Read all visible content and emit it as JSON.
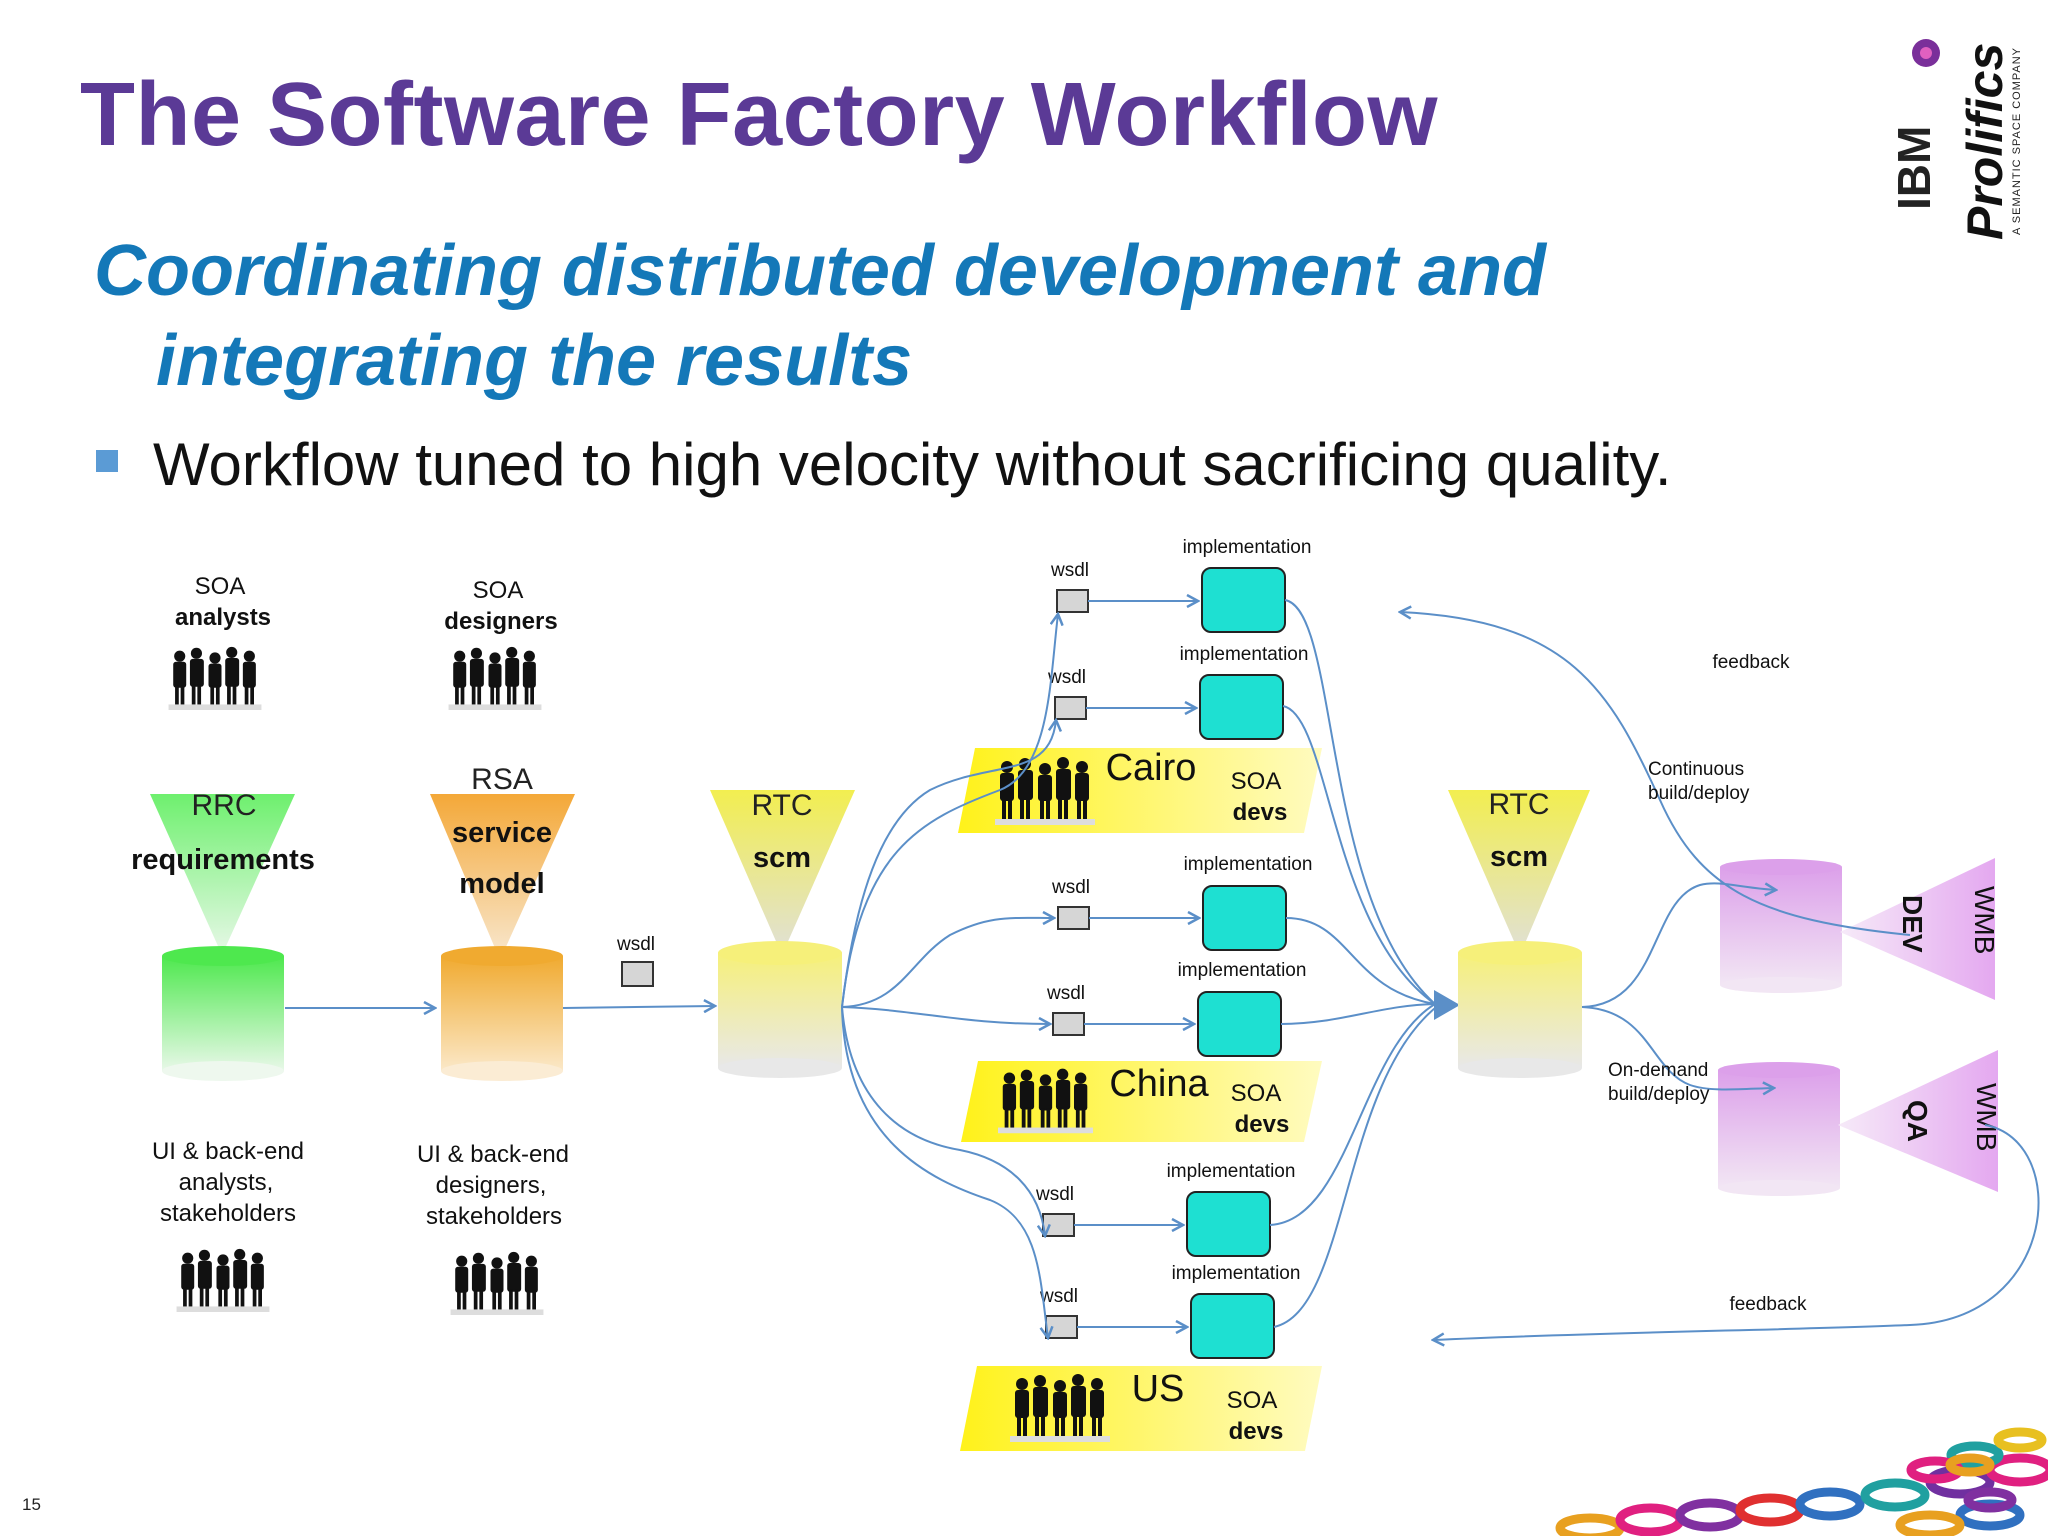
{
  "slide": {
    "title": "The Software Factory Workflow",
    "subtitle": "Coordinating distributed development and integrating the results",
    "bullet": "Workflow tuned to high velocity without sacrificing quality.",
    "page_number": "15"
  },
  "logos": {
    "ibm": "IBM",
    "prolifics": "Prolifics",
    "prolifics_tagline": "A SEMANTIC SPACE COMPANY"
  },
  "colors": {
    "title": "#5b3a96",
    "subtitle": "#1478b8",
    "arrow": "#5b8fc8",
    "impl_box": "#1ee0d2",
    "rrc": "#6ee86e",
    "rsa": "#f2b44a",
    "rtc": "#f2ee7a",
    "wmb": "#e0a8ec",
    "team_band": "#fff51e"
  },
  "diagram": {
    "soa_analysts": {
      "line1": "SOA",
      "line2": "analysts"
    },
    "soa_designers": {
      "line1": "SOA",
      "line2": "designers"
    },
    "rrc": {
      "tool": "RRC",
      "label": "requirements"
    },
    "rsa": {
      "tool": "RSA",
      "label1": "service",
      "label2": "model"
    },
    "rtc_left": {
      "tool": "RTC",
      "label": "scm"
    },
    "rtc_right": {
      "tool": "RTC",
      "label": "scm"
    },
    "stakeholders_left": [
      "UI & back-end",
      "analysts,",
      "stakeholders"
    ],
    "stakeholders_right": [
      "UI & back-end",
      "designers,",
      "stakeholders"
    ],
    "wsdl": "wsdl",
    "implementation": "implementation",
    "teams": [
      {
        "city": "Cairo",
        "role1": "SOA",
        "role2": "devs"
      },
      {
        "city": "China",
        "role1": "SOA",
        "role2": "devs"
      },
      {
        "city": "US",
        "role1": "SOA",
        "role2": "devs"
      }
    ],
    "wmb_dev": {
      "line1": "WMB",
      "line2": "DEV"
    },
    "wmb_qa": {
      "line1": "WMB",
      "line2": "QA"
    },
    "feedback_top": "feedback",
    "feedback_bottom": "feedback",
    "continuous": [
      "Continuous",
      "build/deploy"
    ],
    "on_demand": [
      "On-demand",
      "build/deploy"
    ]
  }
}
